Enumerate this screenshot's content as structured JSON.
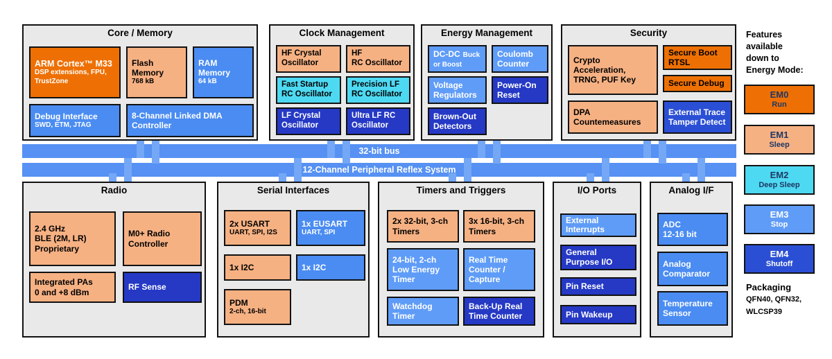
{
  "buses": {
    "bus1": "32-bit bus",
    "bus2": "12-Channel Peripheral Reflex System"
  },
  "core": {
    "title": "Core / Memory",
    "arm_t": "ARM Cortex™ M33",
    "arm_s": "DSP extensions, FPU,\nTrustZone",
    "flash_t": "Flash\nMemory",
    "flash_s": "768 kB",
    "ram_t": "RAM\nMemory",
    "ram_s": "64 kB",
    "debug_t": "Debug Interface",
    "debug_s": "SWD, ETM, JTAG",
    "dma_t": "8-Channel Linked DMA\nController"
  },
  "clock": {
    "title": "Clock Management",
    "hfxo": "HF Crystal\nOscillator",
    "hfrco": "HF\nRC Oscillator",
    "fsrco": "Fast Startup\nRC Oscillator",
    "plfrco": "Precision LF\nRC Oscillator",
    "lfxo": "LF Crystal\nOscillator",
    "ulfrco": "Ultra LF RC\nOscillator"
  },
  "energy": {
    "title": "Energy Management",
    "dcdc_t": "DC-DC",
    "dcdc_s1": "Buck",
    "dcdc_s2": "or Boost",
    "coulomb": "Coulomb\nCounter",
    "vreg": "Voltage\nRegulators",
    "por": "Power-On\nReset",
    "bod": "Brown-Out\nDetectors"
  },
  "security": {
    "title": "Security",
    "crypto": "Crypto\nAcceleration,\nTRNG, PUF Key",
    "boot": "Secure Boot\nRTSL",
    "sdebug": "Secure Debug",
    "dpa": "DPA\nCountemeasures",
    "trace": "External Trace\nTamper Detect"
  },
  "radio": {
    "title": "Radio",
    "ble": "2.4 GHz\nBLE (2M, LR)\nProprietary",
    "m0": "M0+ Radio\nController",
    "pa": "Integrated PAs\n0 and +8 dBm",
    "rfsense": "RF Sense"
  },
  "serial": {
    "title": "Serial Interfaces",
    "usart_t": "2x USART",
    "usart_s": "UART, SPI, I2S",
    "eusart_t": "1x EUSART",
    "eusart_s": "UART, SPI",
    "i2c_a": "1x I2C",
    "i2c_b": "1x I2C",
    "pdm_t": "PDM",
    "pdm_s": "2-ch, 16-bit"
  },
  "timers": {
    "title": "Timers and Triggers",
    "t32": "2x 32-bit, 3-ch\nTimers",
    "t16": "3x 16-bit, 3-ch\nTimers",
    "letimer": "24-bit, 2-ch\nLow Energy\nTimer",
    "rtcc": "Real Time\nCounter /\nCapture",
    "wdog": "Watchdog\nTimer",
    "burtc": "Back-Up Real\nTime Counter"
  },
  "io": {
    "title": "I/O Ports",
    "ei": "External\nInterrupts",
    "gpio": "General\nPurpose I/O",
    "pinreset": "Pin Reset",
    "pinwake": "Pin Wakeup"
  },
  "analog": {
    "title": "Analog I/F",
    "adc": "ADC\n12-16 bit",
    "comp": "Analog\nComparator",
    "temp": "Temperature\nSensor"
  },
  "legend": {
    "heading": "Features\navailable\ndown to\nEnergy Mode:",
    "em0_t": "EM0",
    "em0_s": "Run",
    "em1_t": "EM1",
    "em1_s": "Sleep",
    "em2_t": "EM2",
    "em2_s": "Deep Sleep",
    "em3_t": "EM3",
    "em3_s": "Stop",
    "em4_t": "EM4",
    "em4_s": "Shutoff",
    "packaging_t": "Packaging",
    "packaging_s": "QFN40, QFN32,\nWLCSP39"
  },
  "palette": {
    "orange": "#ee7004",
    "peach": "#f6b183",
    "cyan": "#4ed9f2",
    "blue": "#4a8cf2",
    "light_blue": "#5f9cf7",
    "dark_blue": "#2539c5",
    "royal_blue": "#2b4fd4",
    "bus_blue": "#5691f3",
    "section_bg": "#e9e9e9"
  }
}
